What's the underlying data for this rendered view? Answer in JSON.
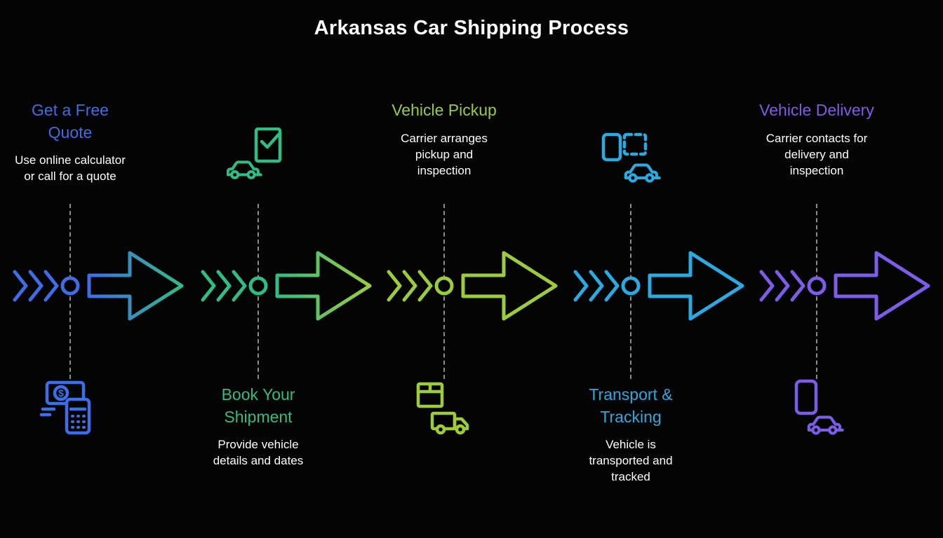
{
  "page": {
    "title": "Arkansas Car Shipping Process",
    "background_color": "#000000",
    "title_color": "#FFFFFF"
  },
  "connector": {
    "dashed_line_color": "#8C8C8C",
    "elements": [
      "triple-chevron",
      "node-circle",
      "large-arrow-right"
    ]
  },
  "steps": [
    {
      "title": "Get a Free\nQuote",
      "description": "Use online calculator\nor call for a quote",
      "color": "#3E6DE8",
      "icon": "money-calculator-icon",
      "icon_symbol": "$",
      "content_position": "top",
      "icon_position": "bottom"
    },
    {
      "title": "Book Your\nShipment",
      "description": "Provide vehicle\ndetails and dates",
      "color": "#2EBD85",
      "icon": "car-checklist-icon",
      "content_position": "bottom",
      "icon_position": "top"
    },
    {
      "title": "Vehicle Pickup",
      "description": "Carrier arranges\npickup and\ninspection",
      "color": "#9CCB3B",
      "icon": "package-truck-icon",
      "content_position": "top",
      "icon_position": "bottom"
    },
    {
      "title": "Transport &\nTracking",
      "description": "Vehicle is\ntransported and\ntracked",
      "color": "#29ABE2",
      "icon": "truck-car-icon",
      "content_position": "bottom",
      "icon_position": "top"
    },
    {
      "title": "Vehicle Delivery",
      "description": "Carrier contacts for\ndelivery and\ninspection",
      "color": "#7C5CE8",
      "icon": "phone-car-icon",
      "content_position": "top",
      "icon_position": "bottom"
    }
  ]
}
